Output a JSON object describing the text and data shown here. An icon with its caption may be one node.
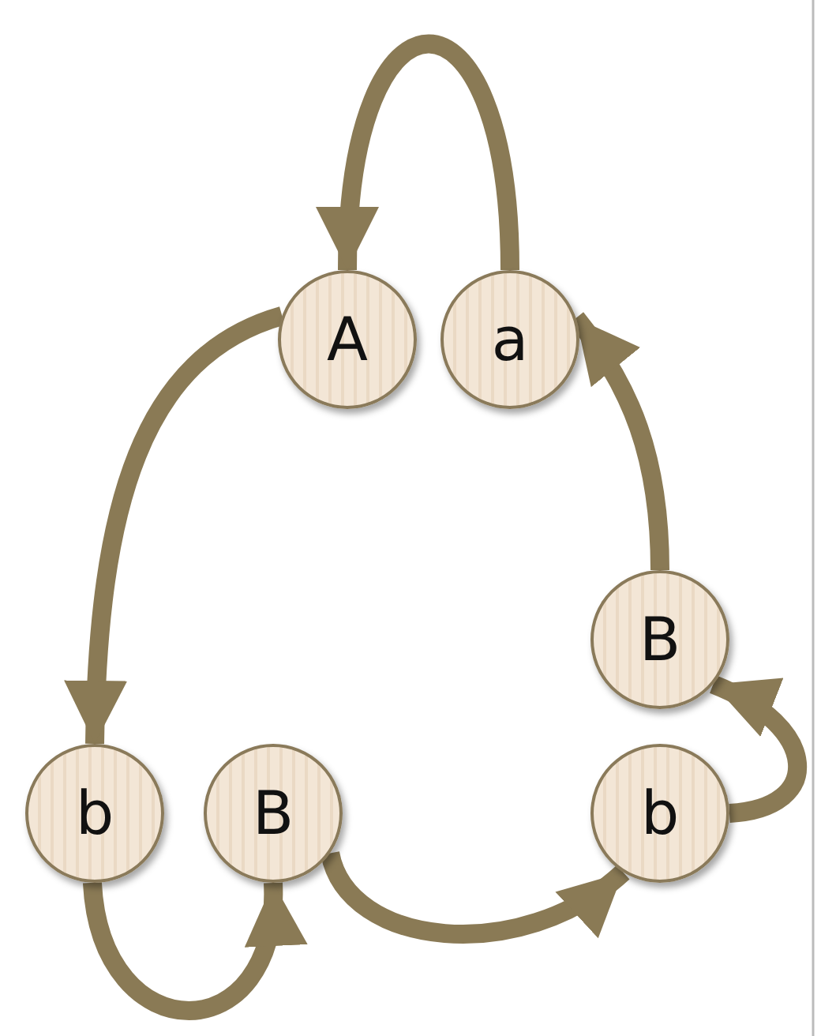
{
  "diagram": {
    "nodes": [
      {
        "text": [
          "A"
        ]
      },
      {
        "text": [
          "a"
        ]
      },
      {
        "text": [
          "B"
        ]
      },
      {
        "text": [
          "b"
        ]
      },
      {
        "text": [
          "B"
        ]
      },
      {
        "text": [
          "b"
        ]
      }
    ],
    "edges": [
      {
        "from": 1,
        "to": 0,
        "arrow": "to"
      },
      {
        "from": 0,
        "to": 3,
        "arrow": "to"
      },
      {
        "from": 3,
        "to": 4,
        "arrow": "to"
      },
      {
        "from": 4,
        "to": 5,
        "arrow": "to"
      },
      {
        "from": 5,
        "to": 2,
        "arrow": "to"
      },
      {
        "from": 2,
        "to": 1,
        "arrow": "to"
      }
    ]
  }
}
